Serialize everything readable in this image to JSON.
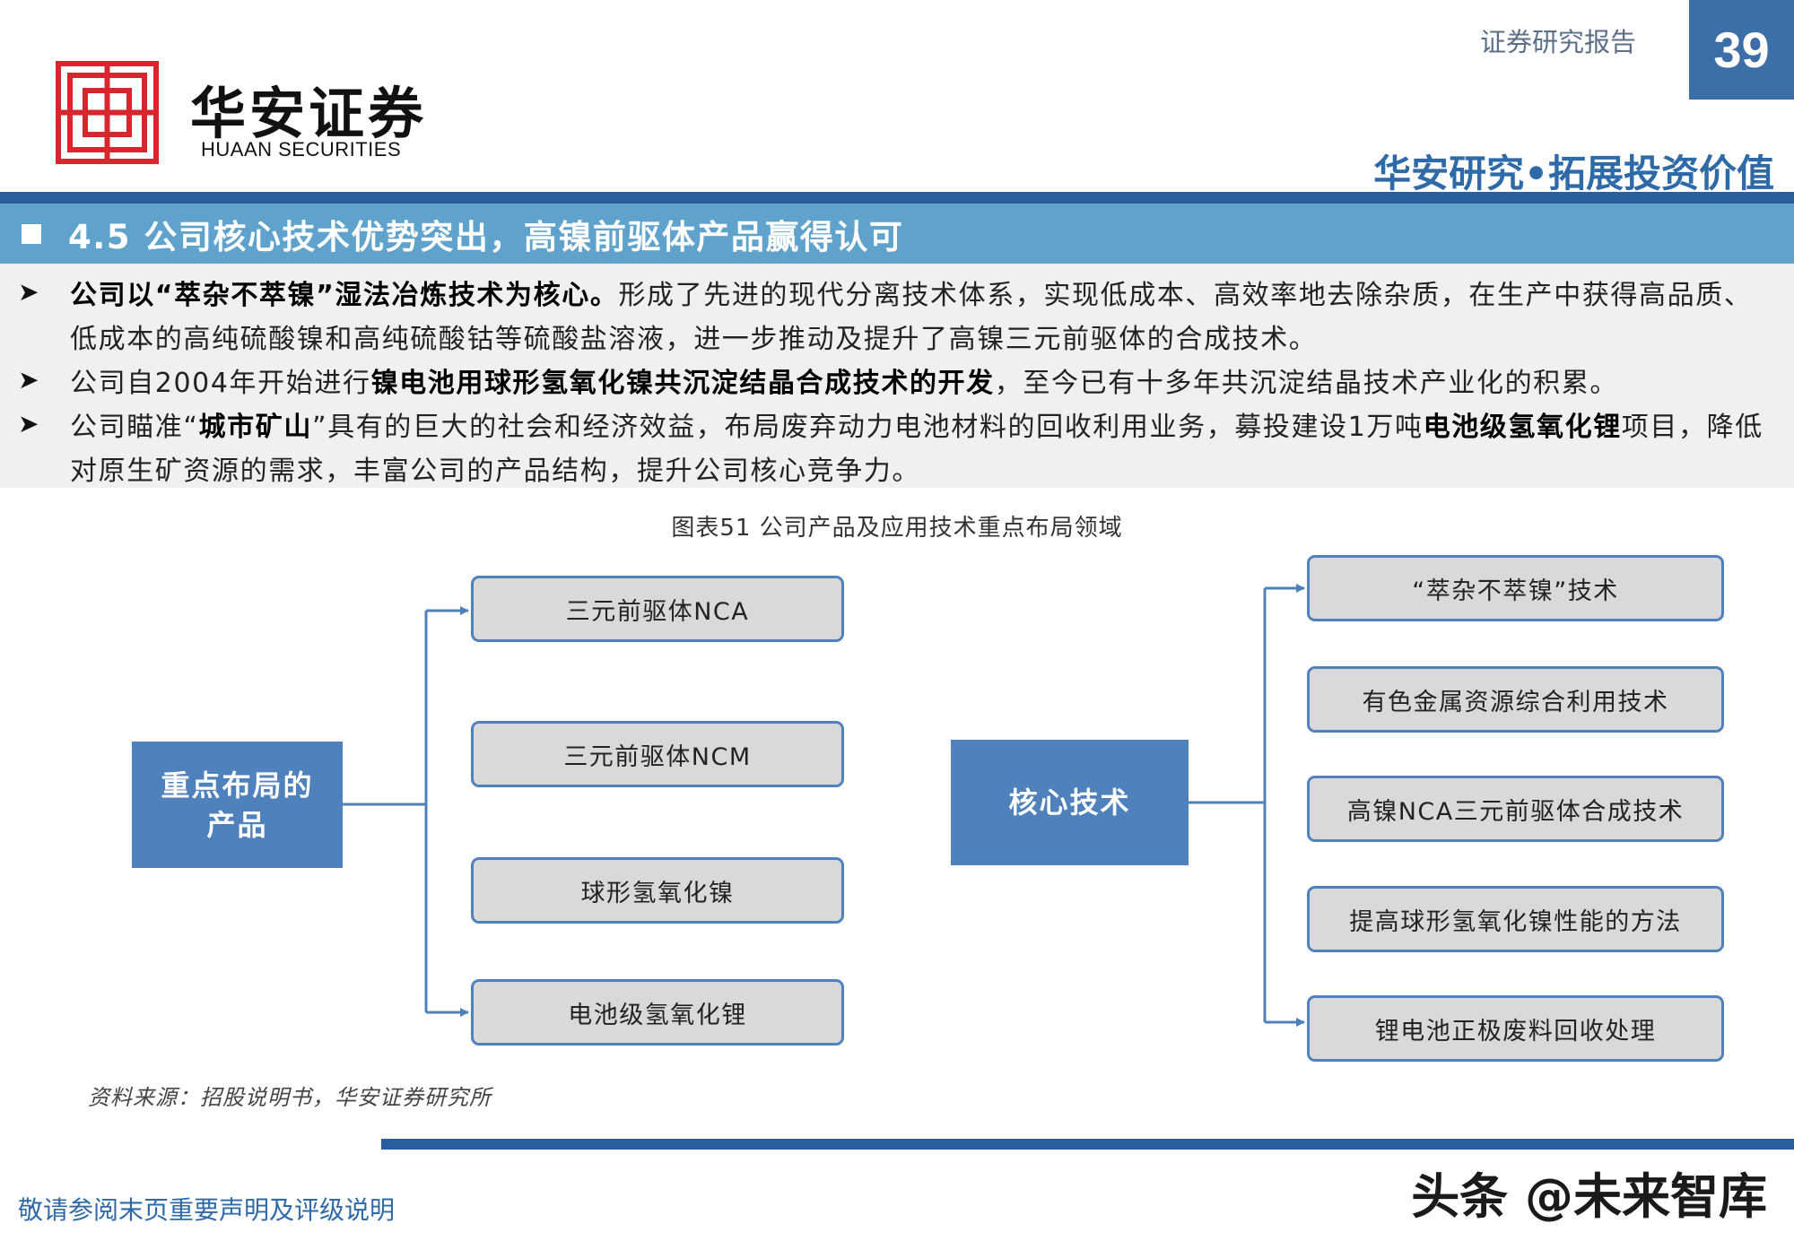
{
  "header": {
    "logo_cn": "华安证券",
    "logo_en": "HUAAN SECURITIES",
    "report_type": "证券研究报告",
    "page_number": "39",
    "slogan": "华安研究•拓展投资价值",
    "brand_color": "#3c6fa8",
    "logo_color": "#d7262e"
  },
  "section": {
    "title": "4.5 公司核心技术优势突出，高镍前驱体产品赢得认可"
  },
  "bullets": [
    {
      "segments": [
        {
          "t": "公司以“萃杂不萃镍”湿法冶炼技术为核心。",
          "b": true
        },
        {
          "t": "形成了先进的现代分离技术体系，实现低成本、高效率地去除杂质，在生产中获得高品质、低成本的高纯硫酸镍和高纯硫酸钴等硫酸盐溶液，进一步推动及提升了高镍三元前驱体的合成技术。",
          "b": false
        }
      ]
    },
    {
      "segments": [
        {
          "t": "公司自2004年开始进行",
          "b": false
        },
        {
          "t": "镍电池用球形氢氧化镍共沉淀结晶合成技术的开发",
          "b": true
        },
        {
          "t": "，至今已有十多年共沉淀结晶技术产业化的积累。",
          "b": false
        }
      ]
    },
    {
      "segments": [
        {
          "t": "公司瞄准“",
          "b": false
        },
        {
          "t": "城市矿山",
          "b": true
        },
        {
          "t": "”具有的巨大的社会和经济效益，布局废弃动力电池材料的回收利用业务，募投建设1万吨",
          "b": false
        },
        {
          "t": "电池级氢氧化锂",
          "b": true
        },
        {
          "t": "项目，降低对原生矿资源的需求，丰富公司的产品结构，提升公司核心竞争力。",
          "b": false
        }
      ]
    }
  ],
  "figure": {
    "caption": "图表51  公司产品及应用技术重点布局领域",
    "left_hub_line1": "重点布局的",
    "left_hub_line2": "产品",
    "products": [
      "三元前驱体NCA",
      "三元前驱体NCM",
      "球形氢氧化镍",
      "电池级氢氧化锂"
    ],
    "right_hub": "核心技术",
    "technologies": [
      "“萃杂不萃镍”技术",
      "有色金属资源综合利用技术",
      "高镍NCA三元前驱体合成技术",
      "提高球形氢氧化镍性能的方法",
      "锂电池正极废料回收处理"
    ],
    "source": "资料来源：招股说明书，华安证券研究所"
  },
  "footer": {
    "disclaimer": "敬请参阅末页重要声明及评级说明",
    "watermark": "头条 @未来智库"
  }
}
